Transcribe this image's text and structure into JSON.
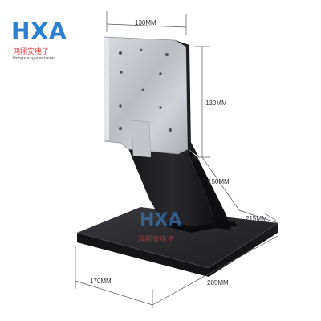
{
  "logo": {
    "mark": "HXA",
    "chinese": "鸿翔安电子",
    "english": "Hongxiang electronic"
  },
  "watermark": {
    "mark": "HXA",
    "chinese": "鸿翔安电子"
  },
  "dimensions": {
    "plate_width": "130MM",
    "plate_height": "130MM",
    "arm_length": "150MM",
    "base_depth_side": "215MM",
    "base_front_left": "170MM",
    "base_front_right": "205MM"
  },
  "colors": {
    "logo_blue": "#2c7fd1",
    "logo_red": "#e23b3b",
    "stand_black": "#1f1f22",
    "plate_silver": "#c9ccd0"
  }
}
